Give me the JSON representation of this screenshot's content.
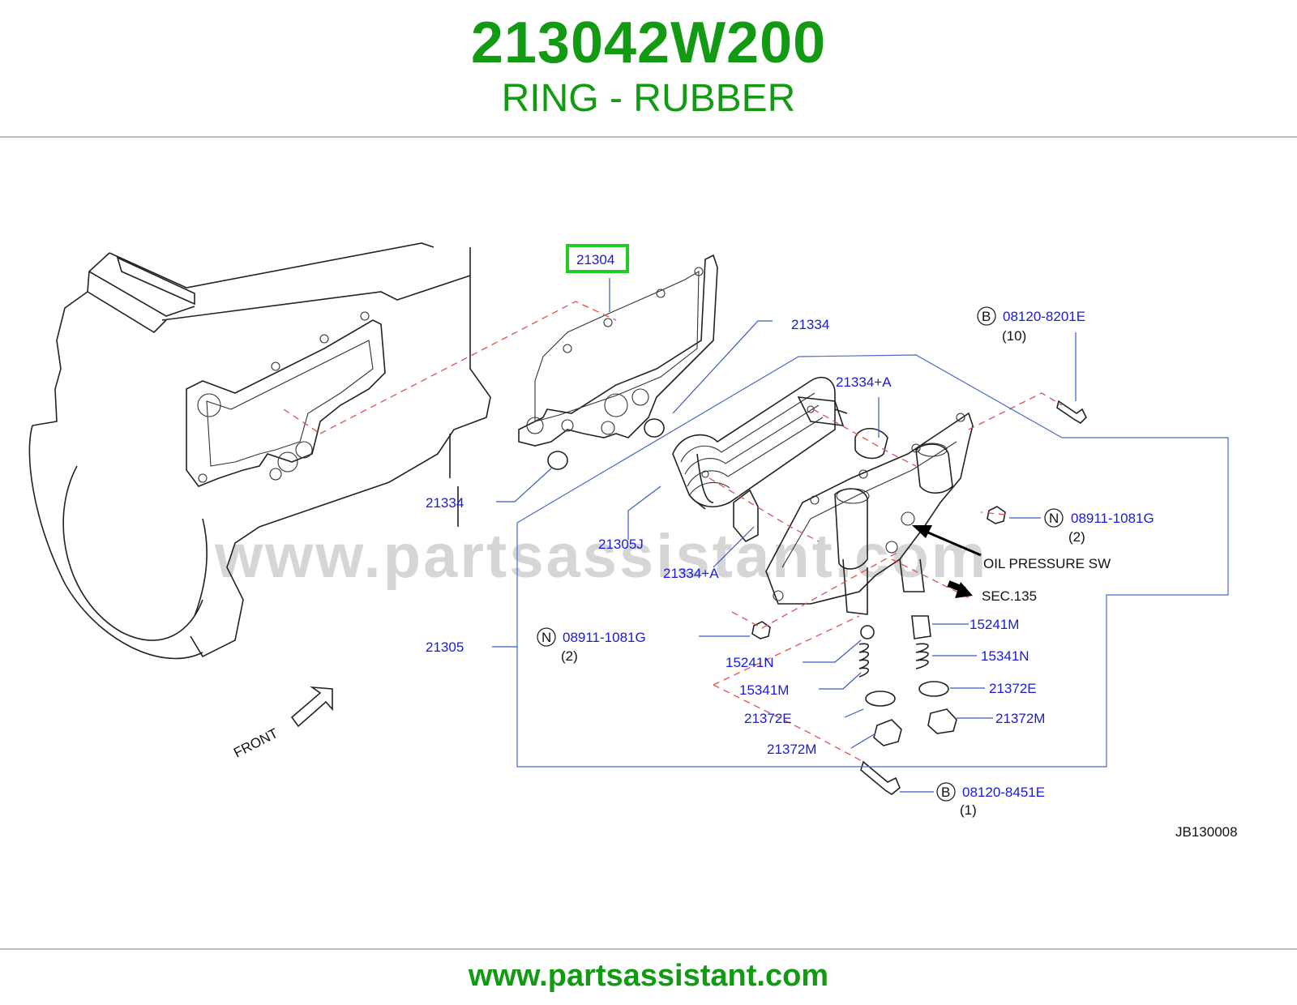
{
  "header": {
    "part_number": "213042W200",
    "part_name": "RING - RUBBER"
  },
  "footer": {
    "url": "www.partsassistant.com"
  },
  "watermark": "www.partsassistant.com",
  "diagram": {
    "highlighted_part": "21304",
    "labels": {
      "p21304": "21304",
      "p21334_top": "21334",
      "p21334_left": "21334",
      "p21334A_top": "21334+A",
      "p21334A_mid": "21334+A",
      "p21305J": "21305J",
      "p21305": "21305",
      "p15241M": "15241M",
      "p15241N": "15241N",
      "p15341N": "15341N",
      "p15341M": "15341M",
      "p21372E_right": "21372E",
      "p21372E_left": "21372E",
      "p21372M_right": "21372M",
      "p21372M_left": "21372M",
      "b_top_code": "08120-8201E",
      "b_top_qty": "(10)",
      "b_bottom_code": "08120-8451E",
      "b_bottom_qty": "(1)",
      "n_right_code": "08911-1081G",
      "n_right_qty": "(2)",
      "n_left_code": "08911-1081G",
      "n_left_qty": "(2)",
      "bolt_marker": "B",
      "nut_marker": "N",
      "oil_pressure": "OIL  PRESSURE  SW",
      "sec": "SEC.135",
      "front": "FRONT",
      "drawing_id": "JB130008"
    }
  },
  "colors": {
    "brand_green": "#129a12",
    "callout_blue": "#1a1ad8",
    "highlight": "#22cc22",
    "dashed_red": "#e05050"
  }
}
